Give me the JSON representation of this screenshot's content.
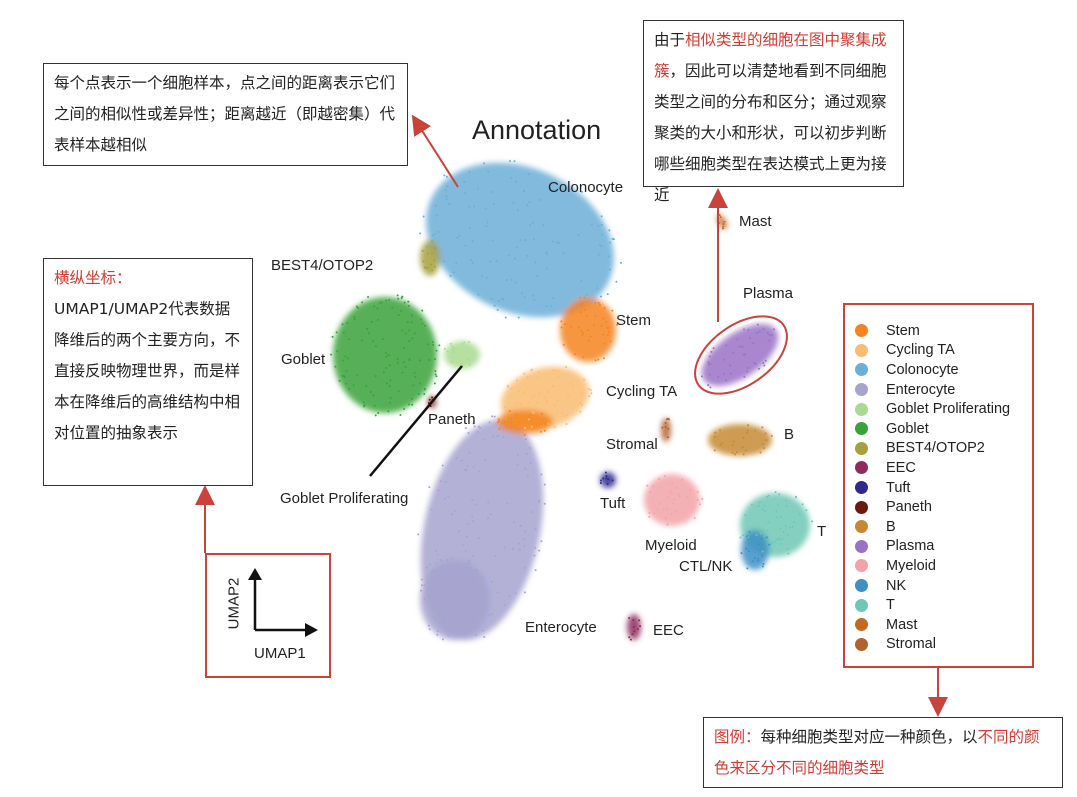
{
  "title": "Annotation",
  "notes": {
    "points": "每个点表示一个细胞样本，点之间的距离表示它们之间的相似性或差异性；距离越近（即越密集）代表样本越相似",
    "clusters_prefix": "由于",
    "clusters_red": "相似类型的细胞在图中聚集成簇",
    "clusters_rest": "，因此可以清楚地看到不同细胞类型之间的分布和区分；通过观察聚类的大小和形状，可以初步判断哪些细胞类型在表达模式上更为接近",
    "axes_title": "横纵坐标：",
    "axes_body": "UMAP1/UMAP2代表数据降维后的两个主要方向，不直接反映物理世界，而是样本在降维后的高维结构中相对位置的抽象表示",
    "legend_red1": "图例：",
    "legend_mid": "每种细胞类型对应一种颜色，以",
    "legend_red2": "不同的颜色来区分不同的细胞类型"
  },
  "axes": {
    "x": "UMAP1",
    "y": "UMAP2"
  },
  "cluster_labels": {
    "colonocyte": "Colonocyte",
    "best4": "BEST4/OTOP2",
    "goblet": "Goblet",
    "paneth": "Paneth",
    "goblet_prolif": "Goblet Proliferating",
    "stem": "Stem",
    "cycling": "Cycling TA",
    "enterocyte": "Enterocyte",
    "eec": "EEC",
    "tuft": "Tuft",
    "stromal": "Stromal",
    "myeloid": "Myeloid",
    "ctlnk": "CTL/NK",
    "t": "T",
    "b": "B",
    "plasma": "Plasma",
    "mast": "Mast"
  },
  "legend": [
    {
      "label": "Stem",
      "color": "#f5841f"
    },
    {
      "label": "Cycling TA",
      "color": "#f9bc72"
    },
    {
      "label": "Colonocyte",
      "color": "#6baed6"
    },
    {
      "label": "Enterocyte",
      "color": "#a6a3cf"
    },
    {
      "label": "Goblet Proliferating",
      "color": "#a8db8f"
    },
    {
      "label": "Goblet",
      "color": "#3aa23a"
    },
    {
      "label": "BEST4/OTOP2",
      "color": "#a5a03c"
    },
    {
      "label": "EEC",
      "color": "#8e2a5e"
    },
    {
      "label": "Tuft",
      "color": "#2e2a8c"
    },
    {
      "label": "Paneth",
      "color": "#6b1a10"
    },
    {
      "label": "B",
      "color": "#c48a33"
    },
    {
      "label": "Plasma",
      "color": "#9a72c4"
    },
    {
      "label": "Myeloid",
      "color": "#f2a3a8"
    },
    {
      "label": "NK",
      "color": "#3d8fc4"
    },
    {
      "label": "T",
      "color": "#6fc7b5"
    },
    {
      "label": "Mast",
      "color": "#c26a23"
    },
    {
      "label": "Stromal",
      "color": "#b0622f"
    }
  ],
  "accent_color": "#c9433b"
}
